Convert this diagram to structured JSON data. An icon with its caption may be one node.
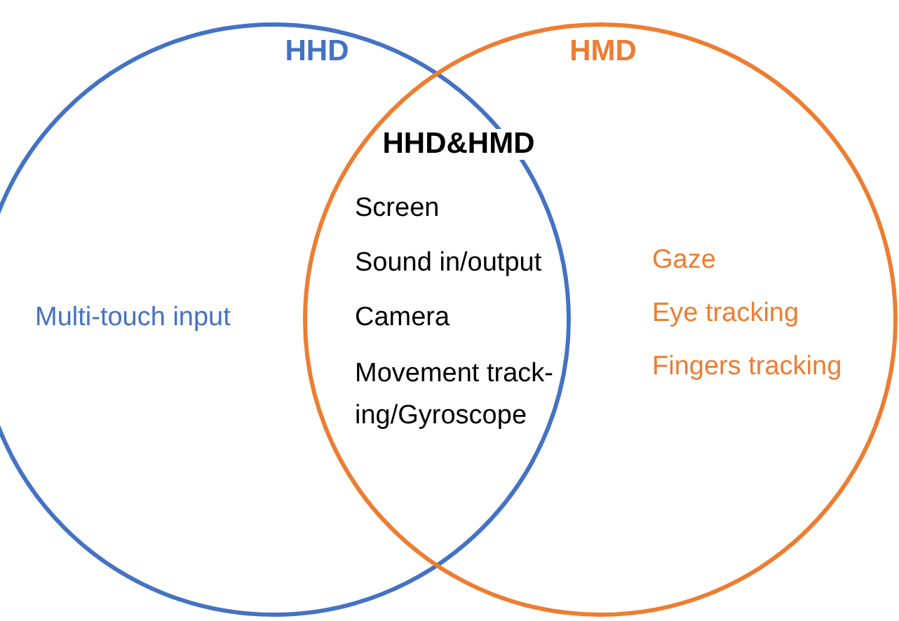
{
  "diagram": {
    "nodes": [
      {
        "text": [
          "HHD",
          "Multi-touch input"
        ]
      },
      {
        "text": [
          "HMD",
          "Gaze",
          "Eye tracking",
          "Fingers tracking"
        ]
      }
    ],
    "edges": [],
    "labels": [
      "HHD&HMD",
      "Screen",
      "Sound in/output",
      "Camera",
      "Movement track- ing/Gyroscope"
    ]
  }
}
